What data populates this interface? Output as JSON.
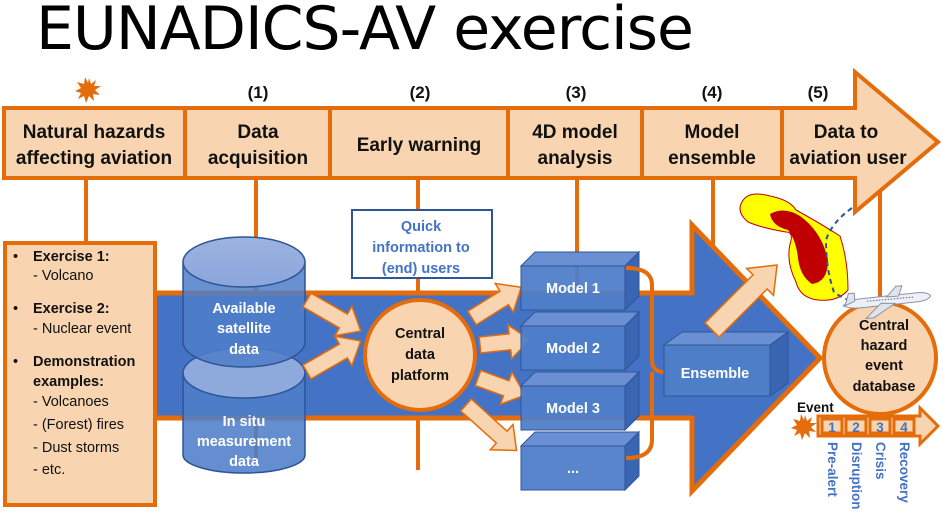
{
  "title": "EUNADICS-AV exercise",
  "colors": {
    "orange": "#e46c0a",
    "peach": "#f8d5b0",
    "blue": "#4472c4",
    "dark_blue": "#2f5597",
    "hazard_yellow": "#ffff00",
    "hazard_red": "#c00000"
  },
  "hazard_icon": "explosion-star-icon",
  "process_arrow": {
    "stages": [
      {
        "number": "",
        "line1": "Natural hazards",
        "line2": "affecting aviation"
      },
      {
        "number": "(1)",
        "line1": "Data",
        "line2": "acquisition"
      },
      {
        "number": "(2)",
        "line1": "Early warning",
        "line2": ""
      },
      {
        "number": "(3)",
        "line1": "4D model",
        "line2": "analysis"
      },
      {
        "number": "(4)",
        "line1": "Model",
        "line2": "ensemble"
      },
      {
        "number": "(5)",
        "line1": "Data to",
        "line2": "aviation user"
      }
    ]
  },
  "hazards_box": {
    "sections": [
      {
        "heading": "Exercise 1:",
        "items": [
          "- Volcano"
        ]
      },
      {
        "heading": "Exercise 2:",
        "items": [
          "- Nuclear event"
        ]
      },
      {
        "heading_line1": "Demonstration",
        "heading_line2": "examples:",
        "items": [
          "- Volcanoes",
          "- (Forest) fires",
          "- Dust storms",
          "- etc."
        ]
      }
    ],
    "bullet": "•"
  },
  "data_sources": {
    "satellite": [
      "Available",
      "satellite",
      "data"
    ],
    "in_situ": [
      "In situ",
      "measurement",
      "data"
    ]
  },
  "quick_info": [
    "Quick",
    "information to",
    "(end) users"
  ],
  "central_platform": [
    "Central",
    "data",
    "platform"
  ],
  "models": [
    "Model 1",
    "Model 2",
    "Model 3",
    "..."
  ],
  "ensemble": "Ensemble",
  "hazard_database": [
    "Central",
    "hazard",
    "event",
    "database"
  ],
  "airplane_icon": "airplane-icon",
  "event_timeline": {
    "label": "Event",
    "phases": [
      {
        "number": "1",
        "name": "Pre-alert"
      },
      {
        "number": "2",
        "name": "Disruption"
      },
      {
        "number": "3",
        "name": "Crisis"
      },
      {
        "number": "4",
        "name": "Recovery"
      }
    ]
  }
}
